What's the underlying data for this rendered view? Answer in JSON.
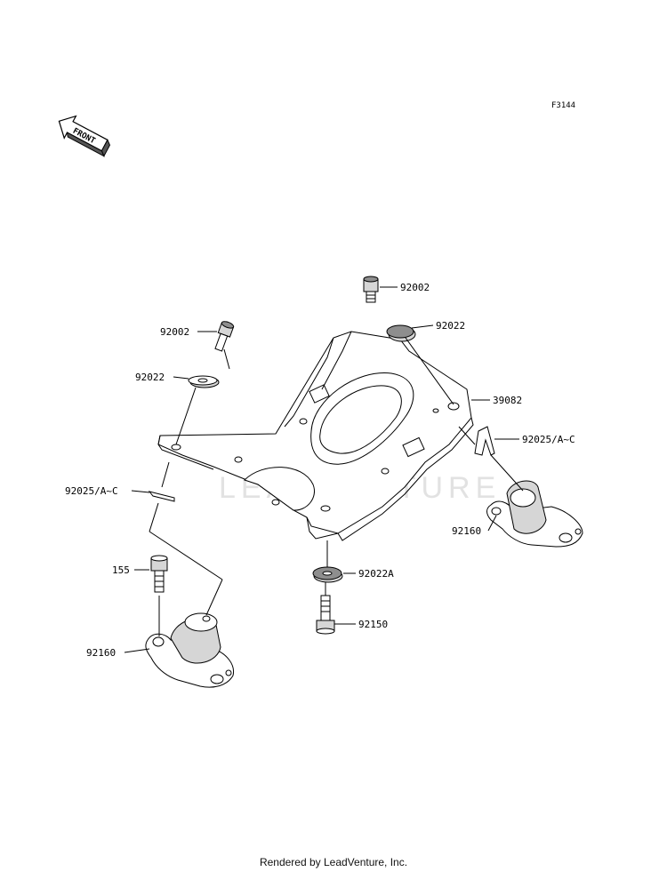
{
  "diagram_code": "F3144",
  "front_label": "FRONT",
  "watermark": "LEADVENTURE",
  "footer": "Rendered by LeadVenture, Inc.",
  "labels": {
    "bolt_top_right": "92002",
    "washer_top_right": "92022",
    "bolt_left": "92002",
    "washer_left": "92022",
    "bracket": "39082",
    "clip_right": "92025/A~C",
    "clip_left": "92025/A~C",
    "mount_right": "92160",
    "washer_bottom": "92022A",
    "bolt_small_left": "155",
    "bolt_bottom": "92150",
    "mount_left": "92160"
  }
}
